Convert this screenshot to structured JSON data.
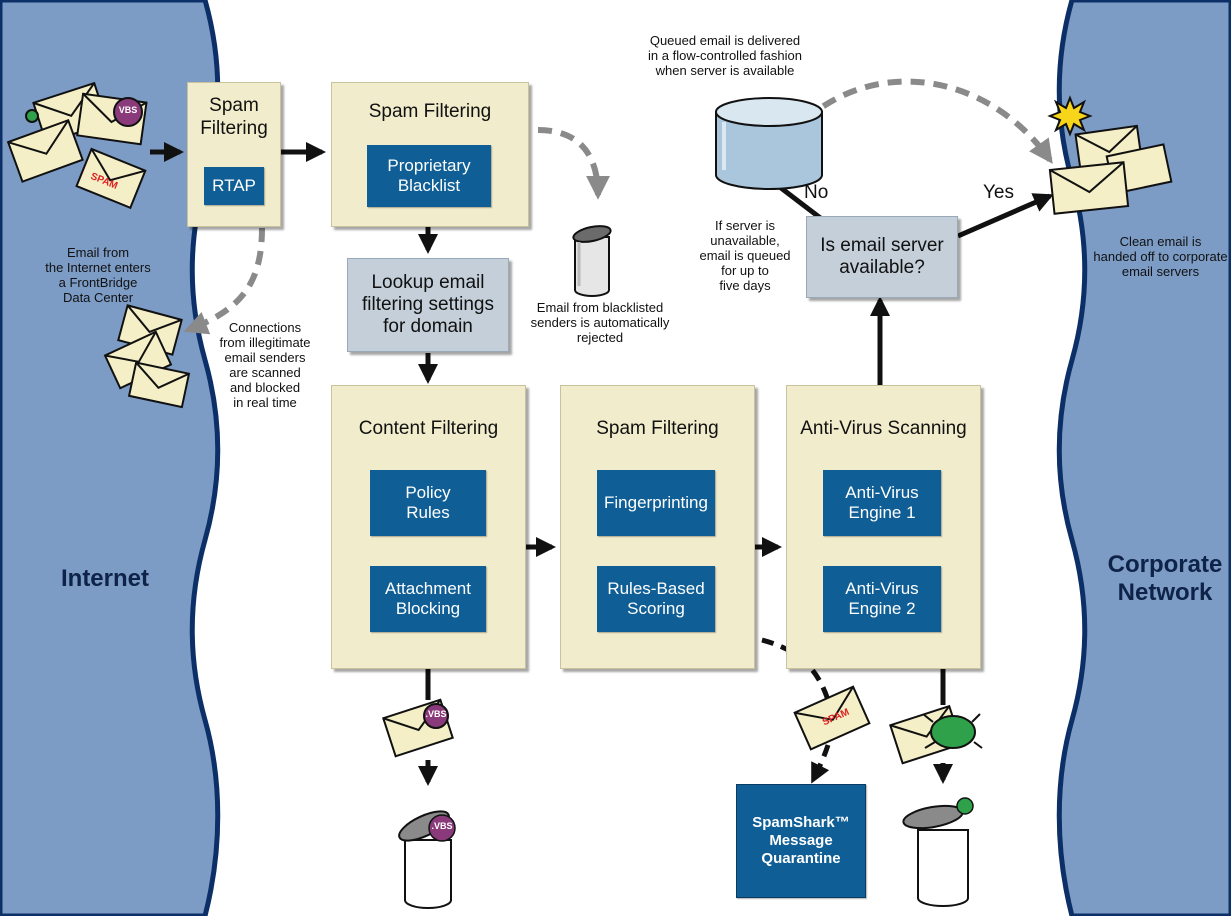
{
  "sides": {
    "left": "Internet",
    "right_line1": "Corporate",
    "right_line2": "Network"
  },
  "rtap_panel": {
    "title_line1": "Spam",
    "title_line2": "Filtering",
    "button": "RTAP"
  },
  "blacklist_panel": {
    "title": "Spam Filtering",
    "button_line1": "Proprietary",
    "button_line2": "Blacklist"
  },
  "lookup_box": {
    "line1": "Lookup email",
    "line2": "filtering settings",
    "line3": "for domain"
  },
  "content_panel": {
    "title": "Content Filtering",
    "button1_line1": "Policy",
    "button1_line2": "Rules",
    "button2_line1": "Attachment",
    "button2_line2": "Blocking"
  },
  "spam_panel": {
    "title": "Spam Filtering",
    "button1": "Fingerprinting",
    "button2_line1": "Rules-Based",
    "button2_line2": "Scoring"
  },
  "av_panel": {
    "title": "Anti-Virus Scanning",
    "button1_line1": "Anti-Virus",
    "button1_line2": "Engine 1",
    "button2_line1": "Anti-Virus",
    "button2_line2": "Engine 2"
  },
  "server_question": {
    "line1": "Is email server",
    "line2": "available?"
  },
  "decision": {
    "no": "No",
    "yes": "Yes"
  },
  "quarantine": {
    "line1": "SpamShark™",
    "line2": "Message",
    "line3": "Quarantine"
  },
  "annotations": {
    "incoming": [
      "Email from",
      "the Internet enters",
      "a FrontBridge",
      "Data Center"
    ],
    "connections": [
      "Connections",
      "from illegitimate",
      "email senders",
      "are scanned",
      "and blocked",
      "in real time"
    ],
    "blacklisted": [
      "Email from blacklisted",
      "senders is automatically",
      "rejected"
    ],
    "queued": [
      "Queued email is delivered",
      "in a flow-controlled fashion",
      "when server is available"
    ],
    "server_unavailable": [
      "If server is",
      "unavailable,",
      "email is queued",
      "for up to",
      "five days"
    ],
    "clean": [
      "Clean email is",
      "handed off to corporate",
      "email servers"
    ]
  },
  "icon_text": {
    "spam": "SPAM",
    "vbs": "VBS",
    "vbs2": ".VBS"
  },
  "colors": {
    "side_blue": "#7c9cc6",
    "panel_fill": "#f1eccb",
    "button_blue": "#0f5e96",
    "lookup_fill": "#c4cfd9",
    "orange_arrow": "#ee9a2c",
    "dashed_gray": "#8a8a8a",
    "cylinder_blue": "#a9c6dc"
  }
}
